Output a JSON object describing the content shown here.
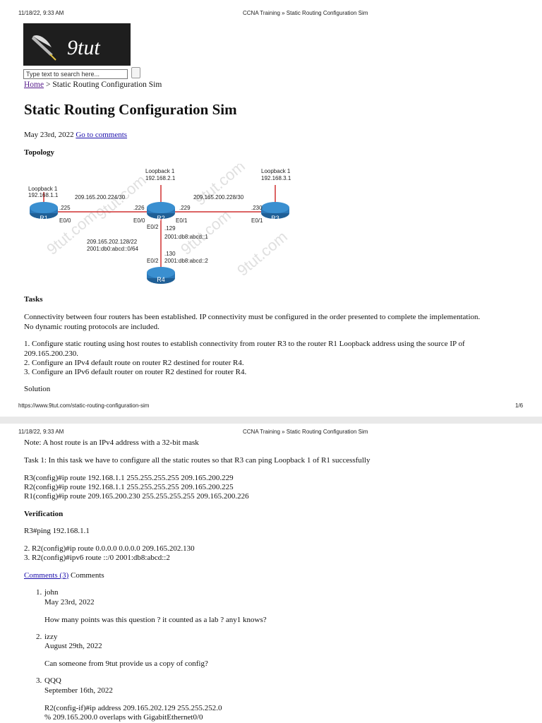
{
  "print_header": {
    "datetime": "11/18/22, 9:33 AM",
    "doc_title": "CCNA Training » Static Routing Configuration Sim",
    "url": "https://www.9tut.com/static-routing-configuration-sim",
    "page": "1/6"
  },
  "logo": {
    "text": "9tut"
  },
  "search": {
    "placeholder": "Type text to search here..."
  },
  "breadcrumb": {
    "home": "Home",
    "separator": " > ",
    "current": "Static Routing Configuration Sim"
  },
  "article": {
    "title": "Static Routing Configuration Sim",
    "date": "May 23rd, 2022",
    "comments_link": "Go to comments",
    "topology_heading": "Topology",
    "tasks_heading": "Tasks",
    "intro_line1": "Connectivity between four routers has been established. IP connectivity must be configured in the order presented to complete the implementation.",
    "intro_line2": "No dynamic routing protocols are included.",
    "task1_line1": "1. Configure static routing using host routes to establish connectivity from router R3 to the router R1 Loopback address using the source IP of",
    "task1_line2": "209.165.200.230.",
    "task2": "2. Configure an IPv4 default route on router R2 destined for router R4.",
    "task3": "3. Configure an IPv6 default router on router R2 destined for router R4.",
    "solution": "Solution",
    "note": "Note: A host route is an IPv4 address with a 32-bit mask",
    "task1_desc": "Task 1: In this task we have to configure all the static routes so that R3 can ping Loopback 1 of R1 successfully",
    "cmd1": "R3(config)#ip route 192.168.1.1 255.255.255.255 209.165.200.229",
    "cmd2": "R2(config)#ip route 192.168.1.1 255.255.255.255 209.165.200.225",
    "cmd3": "R1(config)#ip route 209.165.200.230 255.255.255.255 209.165.200.226",
    "verification_heading": "Verification",
    "ping": "R3#ping 192.168.1.1",
    "answer2": "2. R2(config)#ip route 0.0.0.0 0.0.0.0 209.165.202.130",
    "answer3": "3. R2(config)#ipv6 route ::/0 2001:db8:abcd::2",
    "comments_count_link": "Comments (3)",
    "comments_label": " Comments"
  },
  "topology": {
    "routers": [
      "R1",
      "R2",
      "R3",
      "R4"
    ],
    "r1_loopback": [
      "Loopback 1",
      "192.168.1.1"
    ],
    "r2_loopback": [
      "Loopback 1",
      "192.168.2.1"
    ],
    "r3_loopback": [
      "Loopback 1",
      "192.168.3.1"
    ],
    "net_r1_r2": "209.165.200.224/30",
    "net_r2_r3": "209.165.200.228/30",
    "net_r2_r4": [
      "209.165.202.128/22",
      "2001:db0:abcd::0/64"
    ],
    "r1_ip": ".225",
    "r1_if": "E0/0",
    "r2_ip_left": ".226",
    "r2_if_left": "E0/0",
    "r2_ip_right": ".229",
    "r2_if_right": "E0/1",
    "r2_if_down": "E0/2",
    "r2_ip_down": ".129",
    "r2_ipv6": "2001:db8:abcd::1",
    "r3_ip": ".230",
    "r3_if": "E0/1",
    "r4_if": "E0/2",
    "r4_ip": ".130",
    "r4_ipv6": "2001:db8:abcd::2",
    "watermark": "9tut.com"
  },
  "comments": [
    {
      "num": "1.",
      "author": "john",
      "date": "May 23rd, 2022",
      "text": [
        "How many points was this question ? it counted as a lab ? any1 knows?"
      ]
    },
    {
      "num": "2.",
      "author": "izzy",
      "date": "August 29th, 2022",
      "text": [
        "Can someone from 9tut provide us a copy of config?"
      ]
    },
    {
      "num": "3.",
      "author": "QQQ",
      "date": "September 16th, 2022",
      "text": [
        "R2(config-if)#ip address 209.165.202.129 255.255.252.0",
        "% 209.165.200.0 overlaps with GigabitEthernet0/0"
      ]
    }
  ]
}
